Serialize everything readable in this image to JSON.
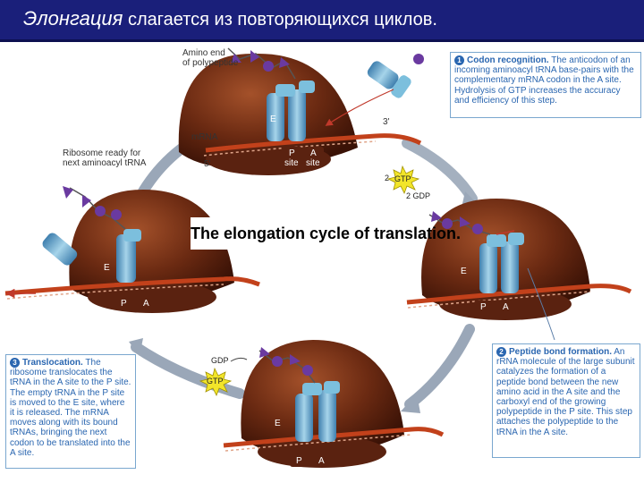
{
  "title": {
    "italic": "Элонгация",
    "rest": "слагается из повторяющихся циклов."
  },
  "center_title": "The elongation cycle of translation.",
  "labels": {
    "amino_end": "Amino end",
    "of_polypeptide": "of polypeptide",
    "mrna": "mRNA",
    "three_prime": "3'",
    "five_prime": "5'",
    "ribosome_ready_1": "Ribosome ready for",
    "ribosome_ready_2": "next aminoacyl tRNA",
    "p_site": "P",
    "a_site": "A",
    "site_word": "site",
    "e_site": "E",
    "gtp": "GTP",
    "two": "2",
    "two_gdp": "2 GDP",
    "gdp": "GDP"
  },
  "steps": [
    {
      "number": "1",
      "heading": "Codon recognition.",
      "body": "The anticodon of an incoming aminoacyl tRNA base-pairs with the complementary mRNA codon in the A site. Hydrolysis of GTP increases the accuracy and efficiency of this step."
    },
    {
      "number": "2",
      "heading": "Peptide bond formation.",
      "body": "An rRNA molecule of the large subunit catalyzes the formation of a peptide bond between the new amino acid in the A site and the carboxyl end of the growing polypeptide in the P site. This step attaches the polypeptide to the tRNA in the A site."
    },
    {
      "number": "3",
      "heading": "Translocation.",
      "body": "The ribosome translocates the tRNA in the A site to the P site. The empty tRNA in the P site is moved to the E site, where it is released. The mRNA moves along with its bound tRNAs, bringing the next codon to be translated into the A site."
    }
  ],
  "colors": {
    "title_bar": "#1a1f7a",
    "ribosome": "#6b2a12",
    "trna": "#6ab2d6",
    "mrna": "#c2411b",
    "polypeptide": "#6a3aa0",
    "gtp": "#f2e52a",
    "step_text": "#2a66b0"
  }
}
